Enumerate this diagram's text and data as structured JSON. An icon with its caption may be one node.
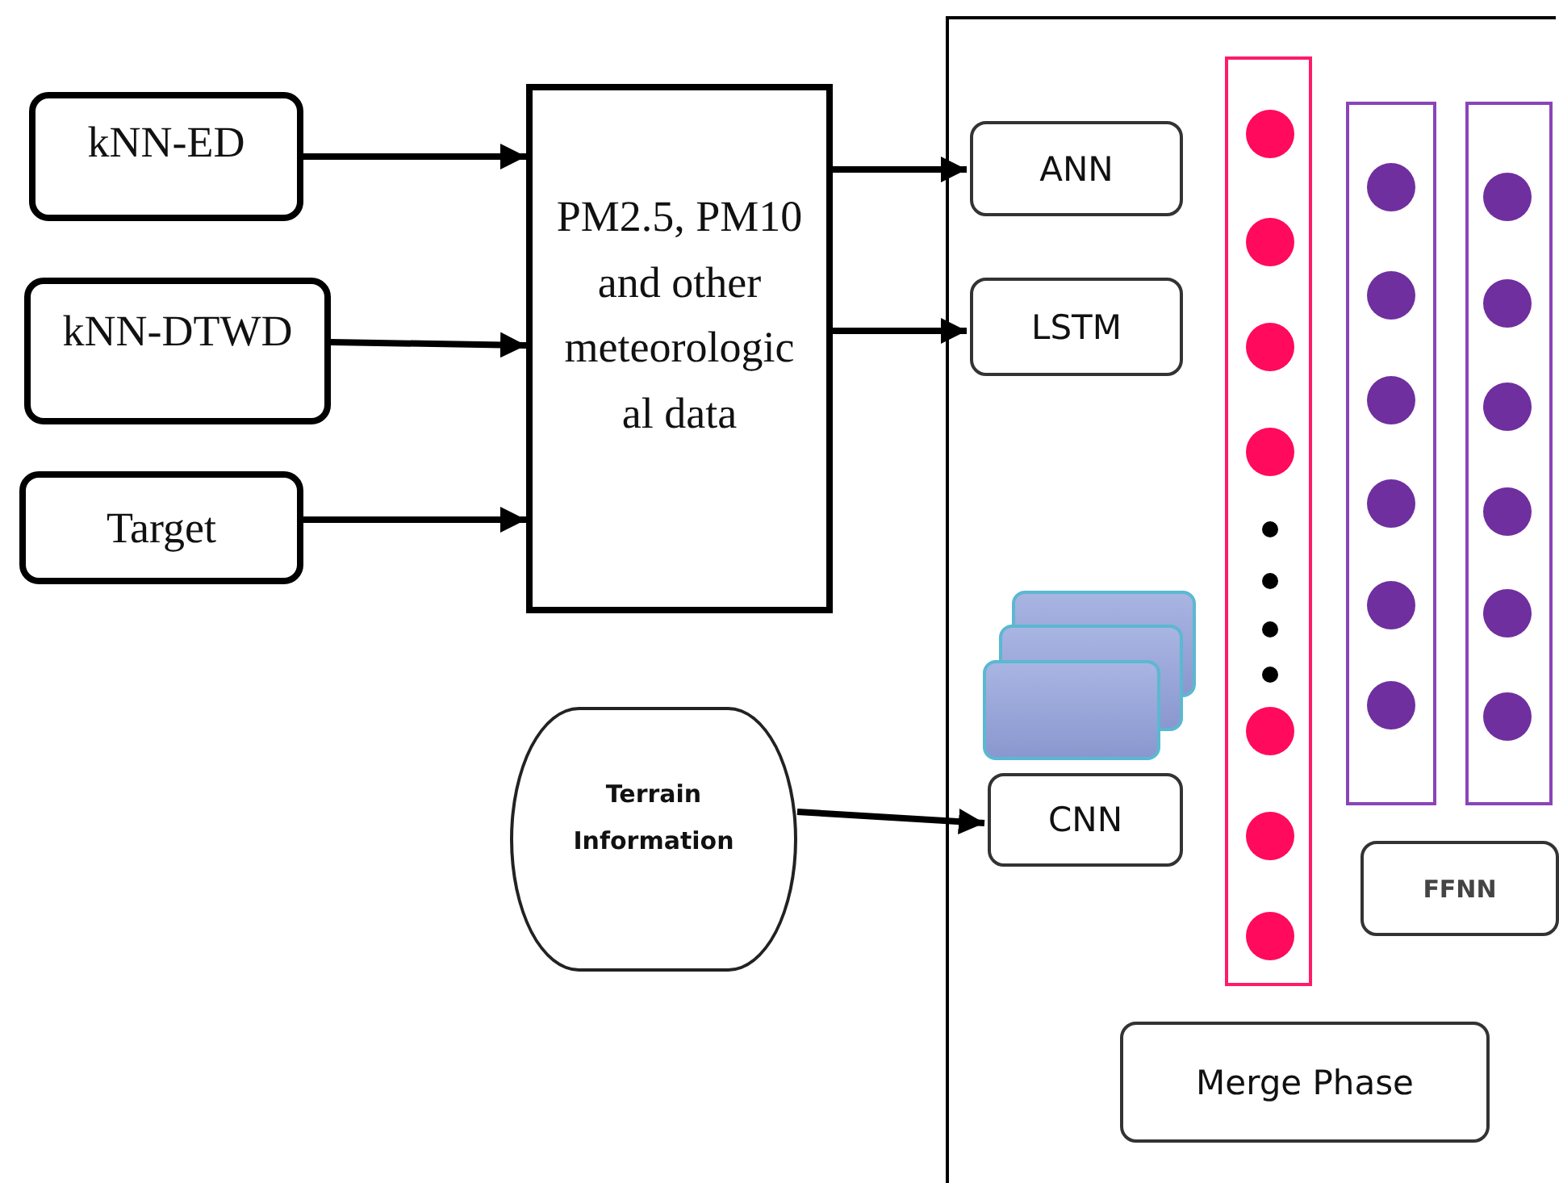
{
  "diagram": {
    "nodes": [
      {
        "text": [
          "kNN-ED"
        ]
      },
      {
        "text": [
          "kNN-DTWD"
        ]
      },
      {
        "text": [
          "Target"
        ]
      },
      {
        "text": [
          "PM2.5, PM10 and other meteorologic al data"
        ]
      },
      {
        "text": [
          "Terrain Information"
        ]
      },
      {
        "text": [],
        "shape": "box"
      },
      {
        "text": [
          "ANN"
        ],
        "in": 5
      },
      {
        "text": [
          "LSTM"
        ],
        "in": 5
      },
      {
        "text": [
          "CNN"
        ],
        "in": 5
      },
      {
        "text": [
          "FFNN"
        ],
        "in": 5
      },
      {
        "text": [
          "Merge Phase"
        ],
        "in": 5
      }
    ],
    "edges": [
      {
        "from": 0,
        "to": 3,
        "arrow": "to"
      },
      {
        "from": 1,
        "to": 3,
        "arrow": "to"
      },
      {
        "from": 2,
        "to": 3,
        "arrow": "to"
      },
      {
        "from": 3,
        "to": 6,
        "arrow": "to"
      },
      {
        "from": 3,
        "to": 7,
        "arrow": "to"
      },
      {
        "from": 4,
        "to": 8,
        "arrow": "to"
      }
    ]
  }
}
